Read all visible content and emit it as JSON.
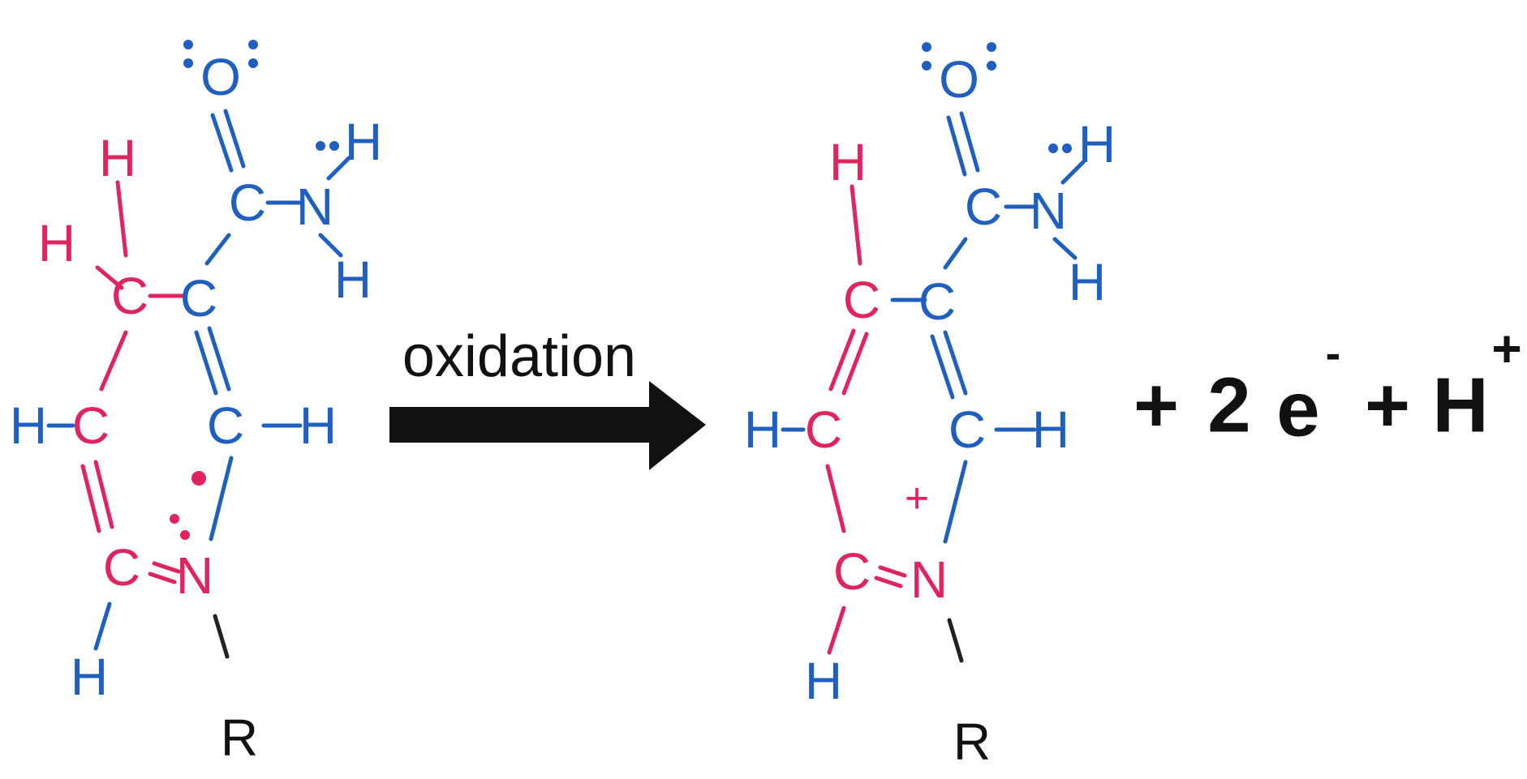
{
  "reaction": {
    "arrow_label": "oxidation",
    "products_extra": [
      "+",
      "2",
      "e",
      "-",
      "+",
      "H",
      "+"
    ]
  },
  "colors": {
    "blue": "#1f5fbf",
    "red": "#e0245e",
    "black": "#111111"
  },
  "reactant": {
    "atoms": [
      "O",
      "C",
      "N",
      "H",
      "H",
      "C",
      "C",
      "H",
      "N",
      "C",
      "H",
      "C",
      "H",
      "C",
      "H",
      "H",
      "R"
    ]
  },
  "product": {
    "atoms": [
      "O",
      "C",
      "N",
      "H",
      "H",
      "C",
      "C",
      "H",
      "N",
      "+",
      "C",
      "H",
      "C",
      "H",
      "C",
      "H",
      "R"
    ]
  }
}
